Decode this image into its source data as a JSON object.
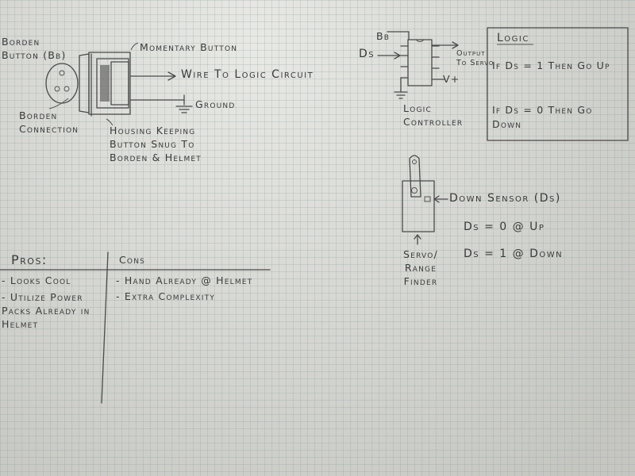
{
  "button_diagram": {
    "borden_button": "Borden Button (Bb)",
    "momentary_button": "Momentary Button",
    "wire_label": "Wire To Logic Circuit",
    "ground_label": "Ground",
    "borden_connection": "Borden Connection",
    "housing_label": "Housing Keeping Button Snug To Borden & Helmet"
  },
  "controller_diagram": {
    "input_bb": "Bb",
    "input_ds": "Ds",
    "output_label": "Output To Servo",
    "vplus_label": "V+",
    "controller_label": "Logic Controller"
  },
  "logic_box": {
    "title": "Logic",
    "rule1": "If Ds = 1 Then Go Up",
    "rule2": "If Ds = 0 Then Go Down"
  },
  "servo_diagram": {
    "sensor_label": "Down Sensor (Ds)",
    "up_state": "Ds = 0 @ Up",
    "down_state": "Ds = 1 @ Down",
    "servo_label": "Servo/ Range Finder"
  },
  "pros_cons": {
    "pros_header": "Pros:",
    "cons_header": "Cons",
    "pros": [
      "- Looks Cool",
      "- Utilize Power Packs Already in Helmet"
    ],
    "cons": [
      "- Hand Already @ Helmet",
      "- Extra Complexity"
    ]
  }
}
